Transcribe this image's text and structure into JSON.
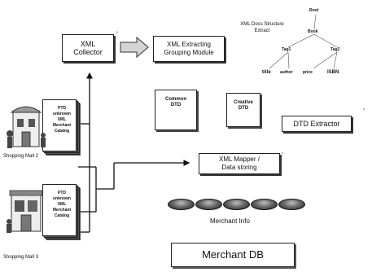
{
  "collector": {
    "label": "XML\nCollector",
    "mark": "²"
  },
  "extracting": {
    "label": "XML Extracting\nGrouping Module"
  },
  "structure": {
    "title": "XML Docs Structure\nExtract",
    "root": "Root",
    "book": "Book",
    "tag1": "Tag1",
    "tag2": "Tag2",
    "leaves": [
      "title",
      "author",
      "price",
      "ISBN"
    ]
  },
  "common_dtd": {
    "label": "Common\nDTD"
  },
  "creative_dtd": {
    "label": "Creative\nDTD"
  },
  "dtd_extractor": {
    "label": "DTD Extractor",
    "mark": "³"
  },
  "mapper": {
    "label": "XML Mapper /\nData storing",
    "mark": "⁴"
  },
  "docs_top": {
    "label": "PTD\nunknown\nXML\nMerchant\nCatalog"
  },
  "docs_bottom": {
    "label": "PTD\nunknown\nXML\nMerchant\nCatalog"
  },
  "mall_top": {
    "label": "Shopping Mall 2"
  },
  "mall_bottom": {
    "label": "Shopping Mall 3"
  },
  "merchant_info": {
    "label": "Merchant Info",
    "count": 5
  },
  "merchant_db": {
    "label": "Merchant DB"
  }
}
